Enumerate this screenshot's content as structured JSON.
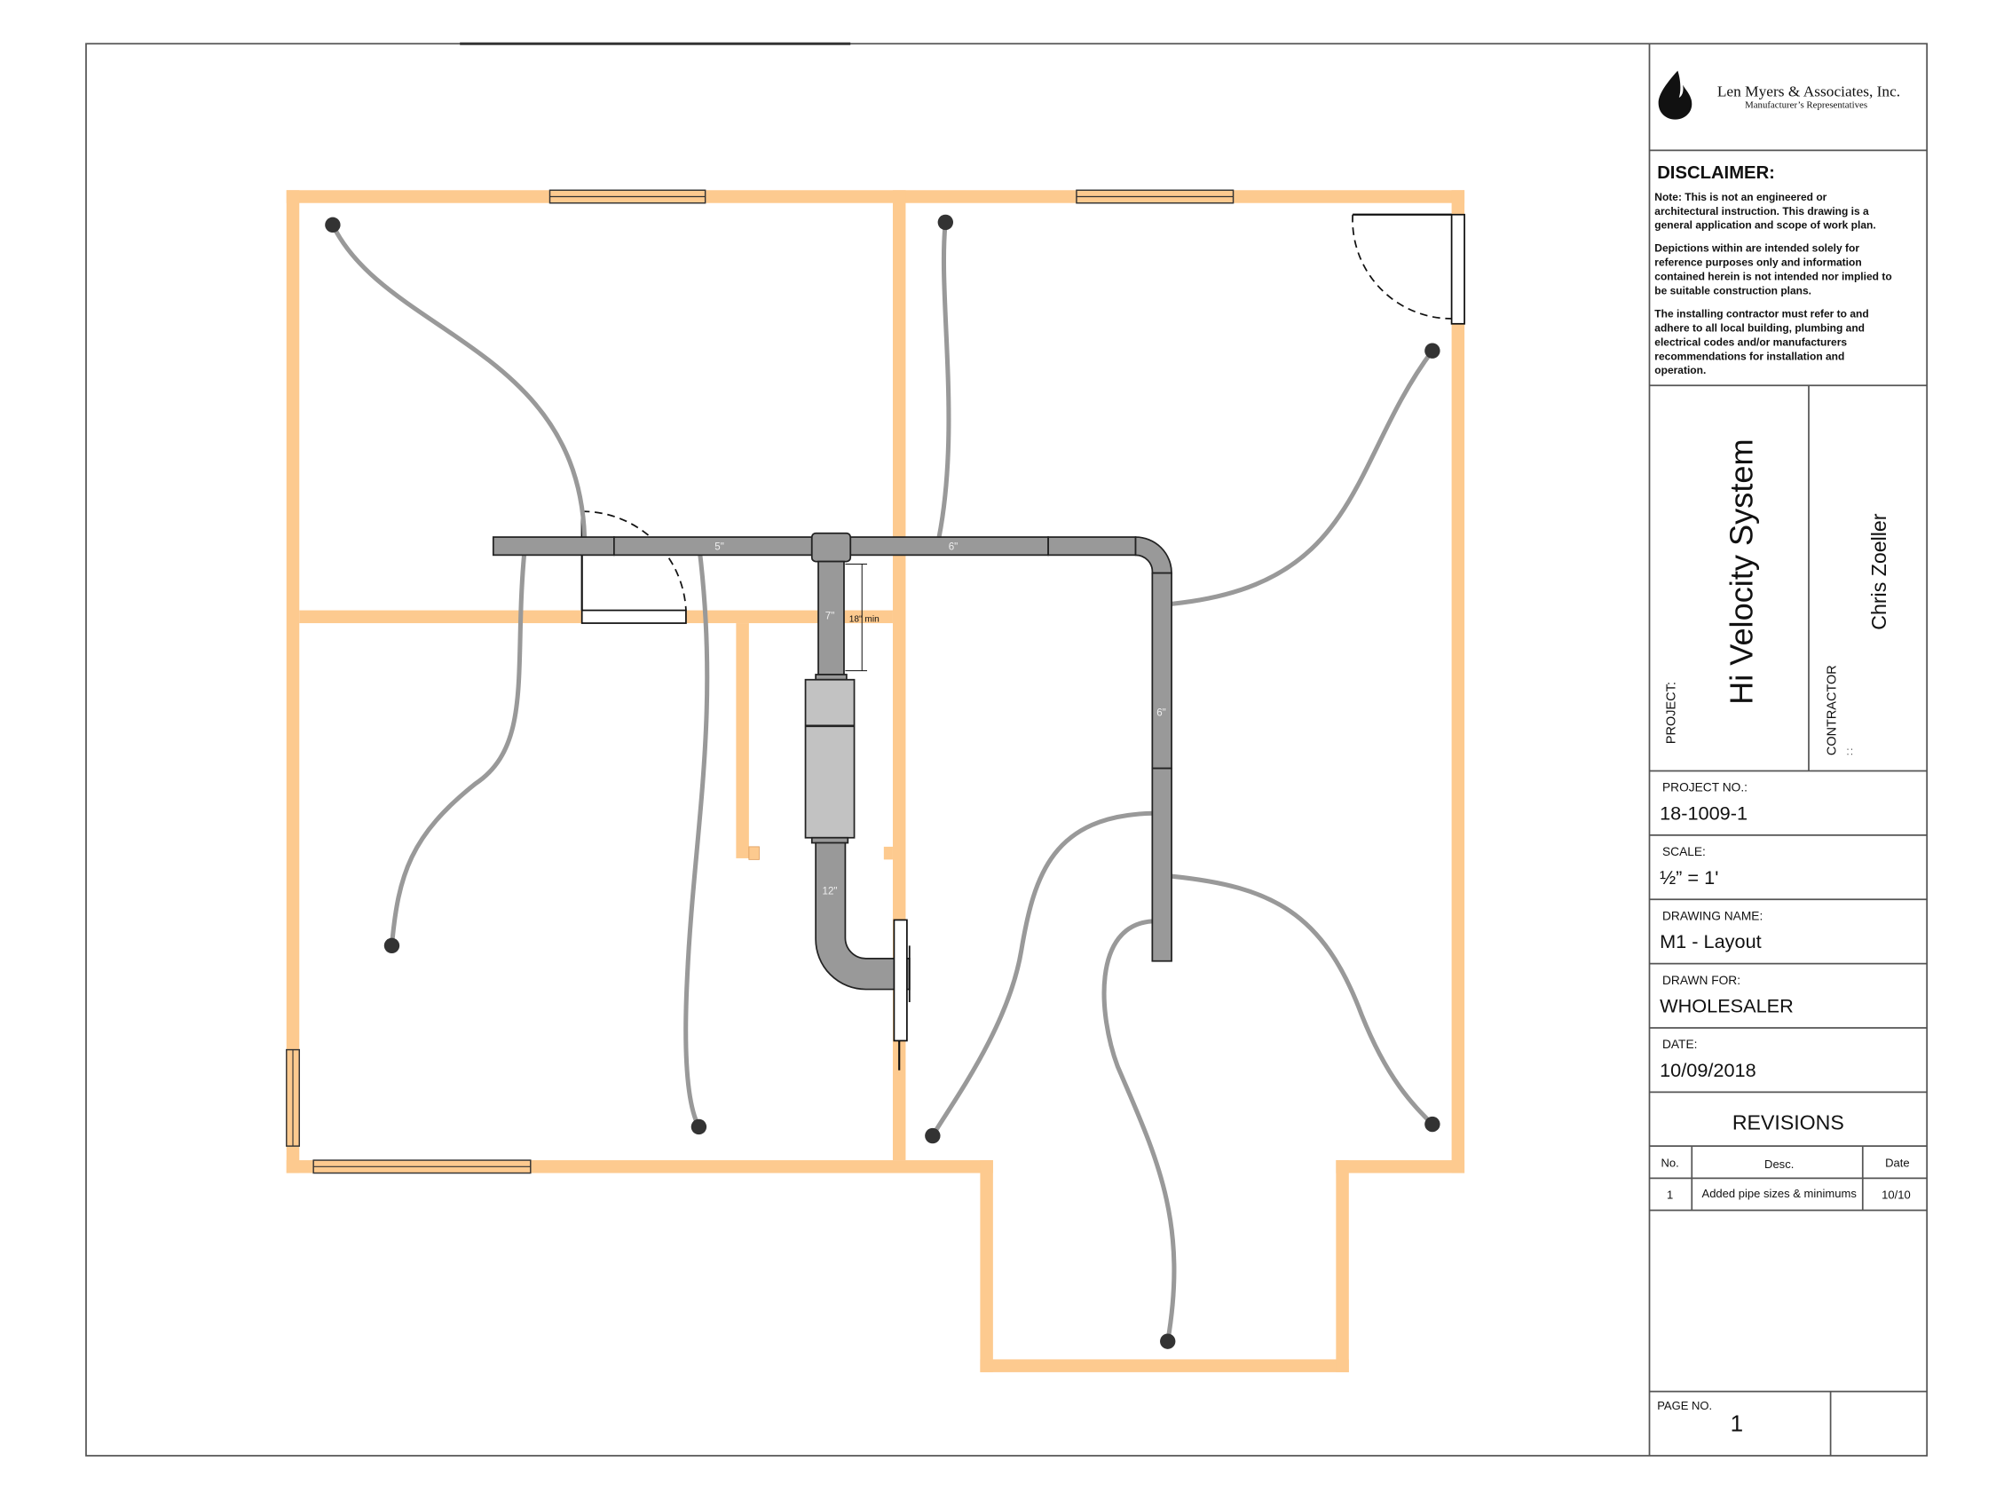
{
  "company": {
    "name": "Len Myers & Associates, Inc.",
    "tagline": "Manufacturer’s Representatives",
    "logo_icon": "flame-icon"
  },
  "disclaimer": {
    "title": "DISCLAIMER:",
    "lines": [
      "Note: This is not an engineered or",
      "architectural instruction. This drawing is a",
      "general application and scope of work plan.",
      "Depictions within are intended solely for",
      "reference purposes only and information",
      "contained herein is not intended nor implied to",
      "be suitable construction plans.",
      "The installing contractor must refer to and",
      "adhere to all local building, plumbing and",
      "electrical codes and/or manufacturers",
      "recommendations for installation and",
      "operation."
    ]
  },
  "project": {
    "label": "PROJECT:",
    "value": "Hi Velocity System"
  },
  "contractor": {
    "label": "CONTRACTOR",
    "sub": ": :",
    "value": "Chris Zoeller"
  },
  "project_no": {
    "label": "PROJECT NO.:",
    "value": "18-1009-1"
  },
  "scale": {
    "label": "SCALE:",
    "value": "½” = 1'"
  },
  "drawing_name": {
    "label": "DRAWING NAME:",
    "value": "M1 - Layout"
  },
  "drawn_for": {
    "label": "DRAWN FOR:",
    "value": "WHOLESALER"
  },
  "date": {
    "label": "DATE:",
    "value": "10/09/2018"
  },
  "revisions": {
    "title": "REVISIONS",
    "headers": [
      "No.",
      "Desc.",
      "Date"
    ],
    "rows": [
      [
        "1",
        "Added pipe sizes & minimums",
        "10/10"
      ]
    ]
  },
  "page": {
    "label": "PAGE NO.",
    "value": "1"
  },
  "plan": {
    "duct_labels": {
      "main_left": "5\"",
      "main_right": "6\"",
      "riser": "6\"",
      "supply_drop": "7\"",
      "return": "12\"",
      "min_dimension": "18\" min"
    },
    "colors": {
      "wall": "#fdca8f",
      "duct": "#999999",
      "flex": "#999999",
      "outlet": "#333333"
    }
  }
}
